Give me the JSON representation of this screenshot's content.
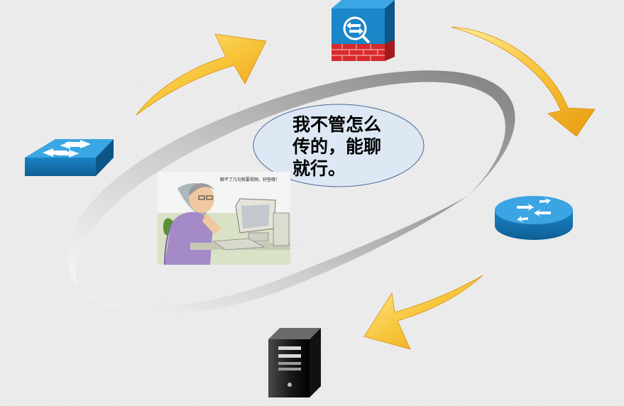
{
  "speech_bubble": {
    "line1": "我不管怎么",
    "line2": "传的，能聊",
    "line3": "就行。"
  },
  "illustration": {
    "caption": "聊不了几句就要视频，好些哦！"
  },
  "icons": [
    "switch-icon",
    "firewall-icon",
    "router-icon",
    "server-icon",
    "user-at-computer-icon",
    "arrow-icon"
  ],
  "colors": {
    "arrow_fill": "#f7b521",
    "arrow_light": "#ffe790",
    "device_blue": "#1d8fd6",
    "ring_gray": "#8c8c8c",
    "bubble_fill": "#dde8f4",
    "bubble_stroke": "#4a6a96"
  }
}
